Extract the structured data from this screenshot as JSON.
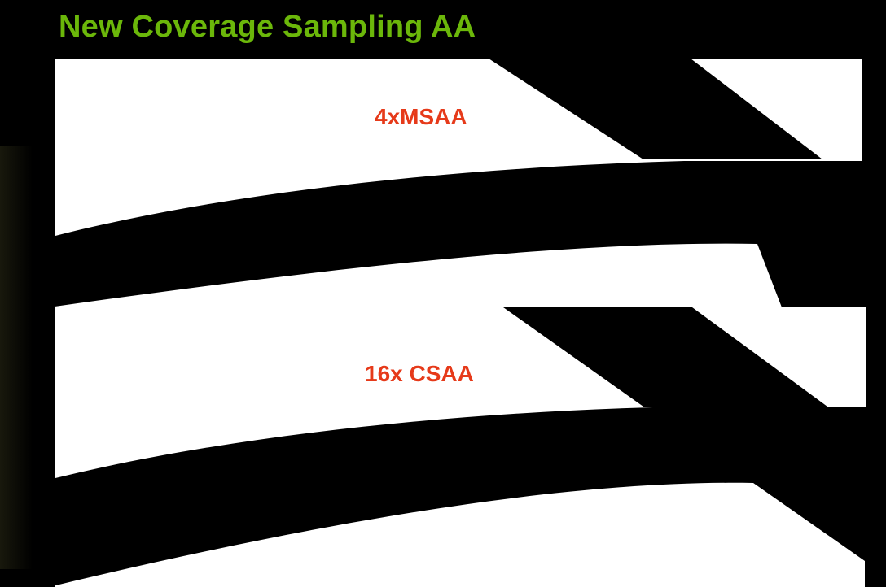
{
  "slide": {
    "title": "New Coverage Sampling AA",
    "title_color": "#6bb70a",
    "label_color": "#e63a1a",
    "panels": [
      {
        "label": "4xMSAA"
      },
      {
        "label": "16x CSAA"
      }
    ]
  }
}
